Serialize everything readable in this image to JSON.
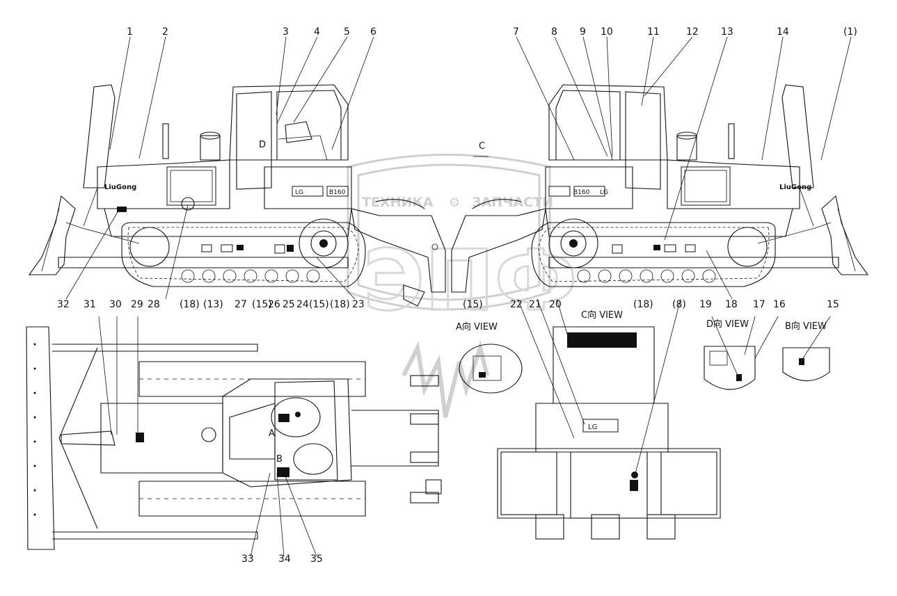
{
  "callouts": {
    "top_row": [
      "1",
      "2",
      "3",
      "4",
      "5",
      "6",
      "7",
      "8",
      "9",
      "10",
      "11",
      "12",
      "13",
      "14",
      "(1)"
    ],
    "mid_row": [
      "32",
      "31",
      "30",
      "29",
      "28",
      "(18)",
      "(13)",
      "27",
      "(15)",
      "26",
      "25",
      "24",
      "(15)",
      "(18)",
      "23",
      "(15)",
      "22",
      "21",
      "20",
      "(18)",
      "(8)",
      "19",
      "17",
      "16",
      "15",
      "18"
    ],
    "bottom_row": [
      "33",
      "34",
      "35"
    ]
  },
  "view_labels": {
    "c_top": "C",
    "d": "D",
    "a": "A",
    "b": "B",
    "a_view": "A向 VIEW",
    "c_view": "C向 VIEW",
    "d_view": "D向 VIEW",
    "b_view": "B向 VIEW"
  },
  "machine_text": {
    "brand": "LiuGong",
    "model": "B160",
    "logo": "LG"
  },
  "watermark": {
    "left": "ТЕХНИКА",
    "right": "ЗАПЧАСТИ",
    "letters": "ЭПФ"
  }
}
